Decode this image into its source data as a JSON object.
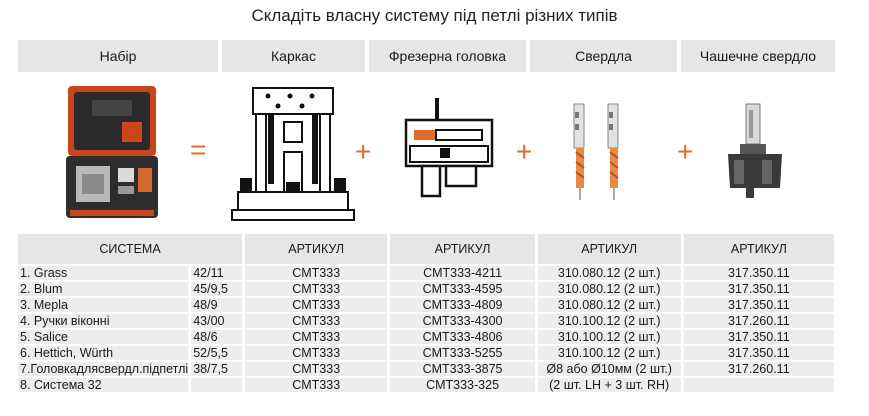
{
  "title": "Складіть власну систему під петлі різних типів",
  "headers": {
    "set": "Набір",
    "frame": "Каркас",
    "milling_head": "Фрезерна головка",
    "drills": "Свердла",
    "cup_drill": "Чашечне свердло"
  },
  "operators": {
    "equals": "=",
    "plus": "+"
  },
  "table": {
    "columns": [
      "СИСТЕМА",
      "АРТИКУЛ",
      "АРТИКУЛ",
      "АРТИКУЛ",
      "АРТИКУЛ"
    ],
    "rows": [
      {
        "system": "1. Grass",
        "code": "42/11",
        "frame": "CMT333",
        "head": "CMT333-4211",
        "drills": "310.080.12 (2 шт.)",
        "cup": "317.350.11"
      },
      {
        "system": "2. Blum",
        "code": "45/9,5",
        "frame": "CMT333",
        "head": "CMT333-4595",
        "drills": "310.080.12 (2 шт.)",
        "cup": "317.350.11"
      },
      {
        "system": "3. Mepla",
        "code": "48/9",
        "frame": "CMT333",
        "head": "CMT333-4809",
        "drills": "310.080.12 (2 шт.)",
        "cup": "317.350.11"
      },
      {
        "system": "4. Ручки віконні",
        "code": "43/00",
        "frame": "CMT333",
        "head": "CMT333-4300",
        "drills": "310.100.12 (2 шт.)",
        "cup": "317.260.11"
      },
      {
        "system": "5. Salice",
        "code": "48/6",
        "frame": "CMT333",
        "head": "CMT333-4806",
        "drills": "310.100.12 (2 шт.)",
        "cup": "317.350.11"
      },
      {
        "system": "6. Hettich, Würth",
        "code": "52/5,5",
        "frame": "CMT333",
        "head": "CMT333-5255",
        "drills": "310.100.12 (2 шт.)",
        "cup": "317.350.11"
      },
      {
        "system": "7.Головкадлясвердл.підпетлі",
        "code": "38/7,5",
        "frame": "CMT333",
        "head": "CMT333-3875",
        "drills": "Ø8 або Ø10мм (2 шт.)",
        "cup": "317.260.11"
      },
      {
        "system": "8. Система 32",
        "code": "",
        "frame": "CMT333",
        "head": "CMT333-325",
        "drills": "(2 шт. LH + 3 шт. RH)",
        "cup": ""
      }
    ]
  }
}
